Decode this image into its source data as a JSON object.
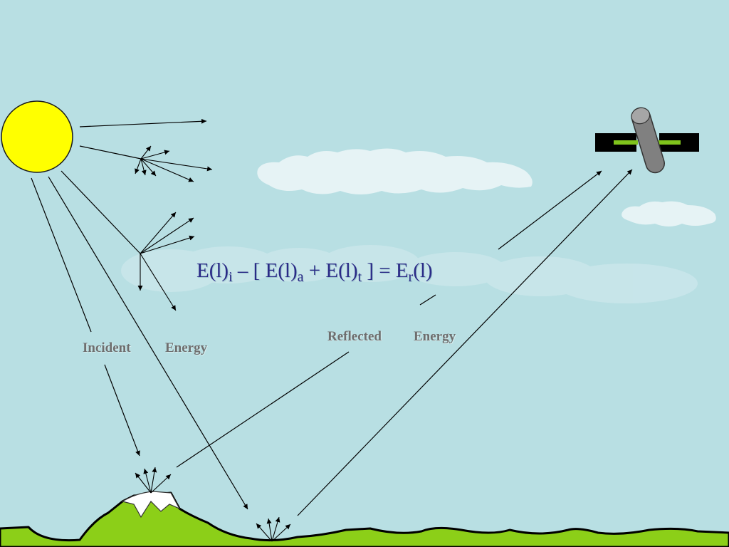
{
  "labels": {
    "incident_word1": "Incident",
    "incident_word2": "Energy",
    "reflected_word1": "Reflected",
    "reflected_word2": "Energy"
  },
  "equation": {
    "p1": "E(l)",
    "s1": "i",
    "p2": " – [ E(l)",
    "s2": "a",
    "p3": " +  E(l)",
    "s3": "t",
    "p4": " ]  = E",
    "s4": "r",
    "p5": "(l)"
  },
  "colors": {
    "sky": "#b8dfe3",
    "sun": "#ffff00",
    "ground": "#8ccf18",
    "snow": "#ffffff",
    "cloud": "#e6f3f5",
    "satellite_body": "#808080",
    "satellite_panel": "#000000",
    "satellite_strut": "#7fc31c",
    "equation_text": "#2a2a86",
    "label_text": "#6e6e6e"
  }
}
